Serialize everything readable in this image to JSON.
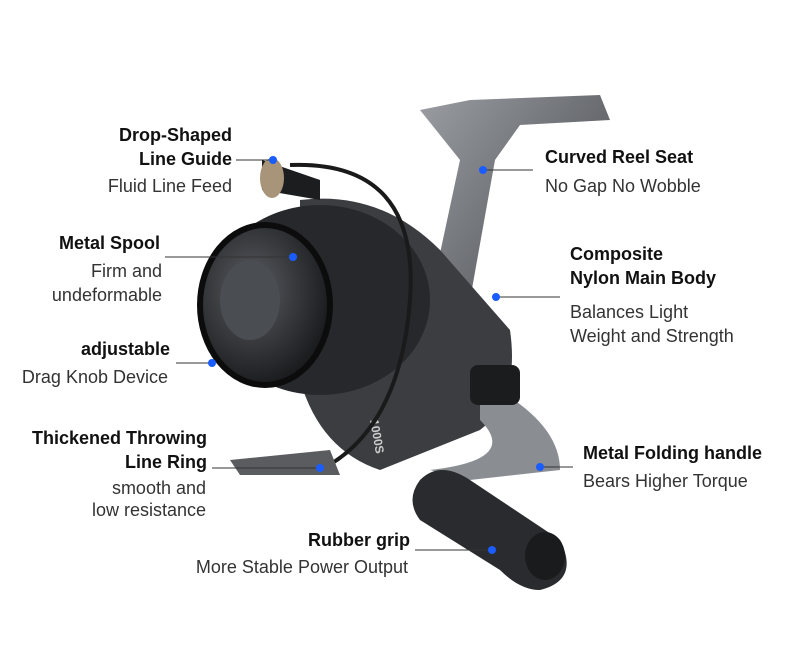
{
  "accent_color": "#1a5cff",
  "callouts": [
    {
      "title_lines": [
        "Drop-Shaped",
        "Line Guide"
      ],
      "desc_lines": [
        "Fluid Line Feed"
      ]
    },
    {
      "title_lines": [
        "Curved Reel Seat"
      ],
      "desc_lines": [
        "No Gap No Wobble"
      ]
    },
    {
      "title_lines": [
        "Metal Spool"
      ],
      "desc_lines": [
        "Firm and",
        "undeformable"
      ]
    },
    {
      "title_lines": [
        "Composite",
        "Nylon Main Body"
      ],
      "desc_lines": [
        "Balances Light",
        "Weight and Strength"
      ]
    },
    {
      "title_lines": [
        "adjustable"
      ],
      "desc_lines": [
        "Drag Knob Device"
      ]
    },
    {
      "title_lines": [
        "Thickened Throwing",
        "Line Ring"
      ],
      "desc_lines": [
        "smooth and",
        "low resistance"
      ]
    },
    {
      "title_lines": [
        "Metal Folding handle"
      ],
      "desc_lines": [
        "Bears Higher Torque"
      ]
    },
    {
      "title_lines": [
        "Rubber grip"
      ],
      "desc_lines": [
        "More Stable Power Output"
      ]
    }
  ],
  "reel_model_text": "1000S"
}
